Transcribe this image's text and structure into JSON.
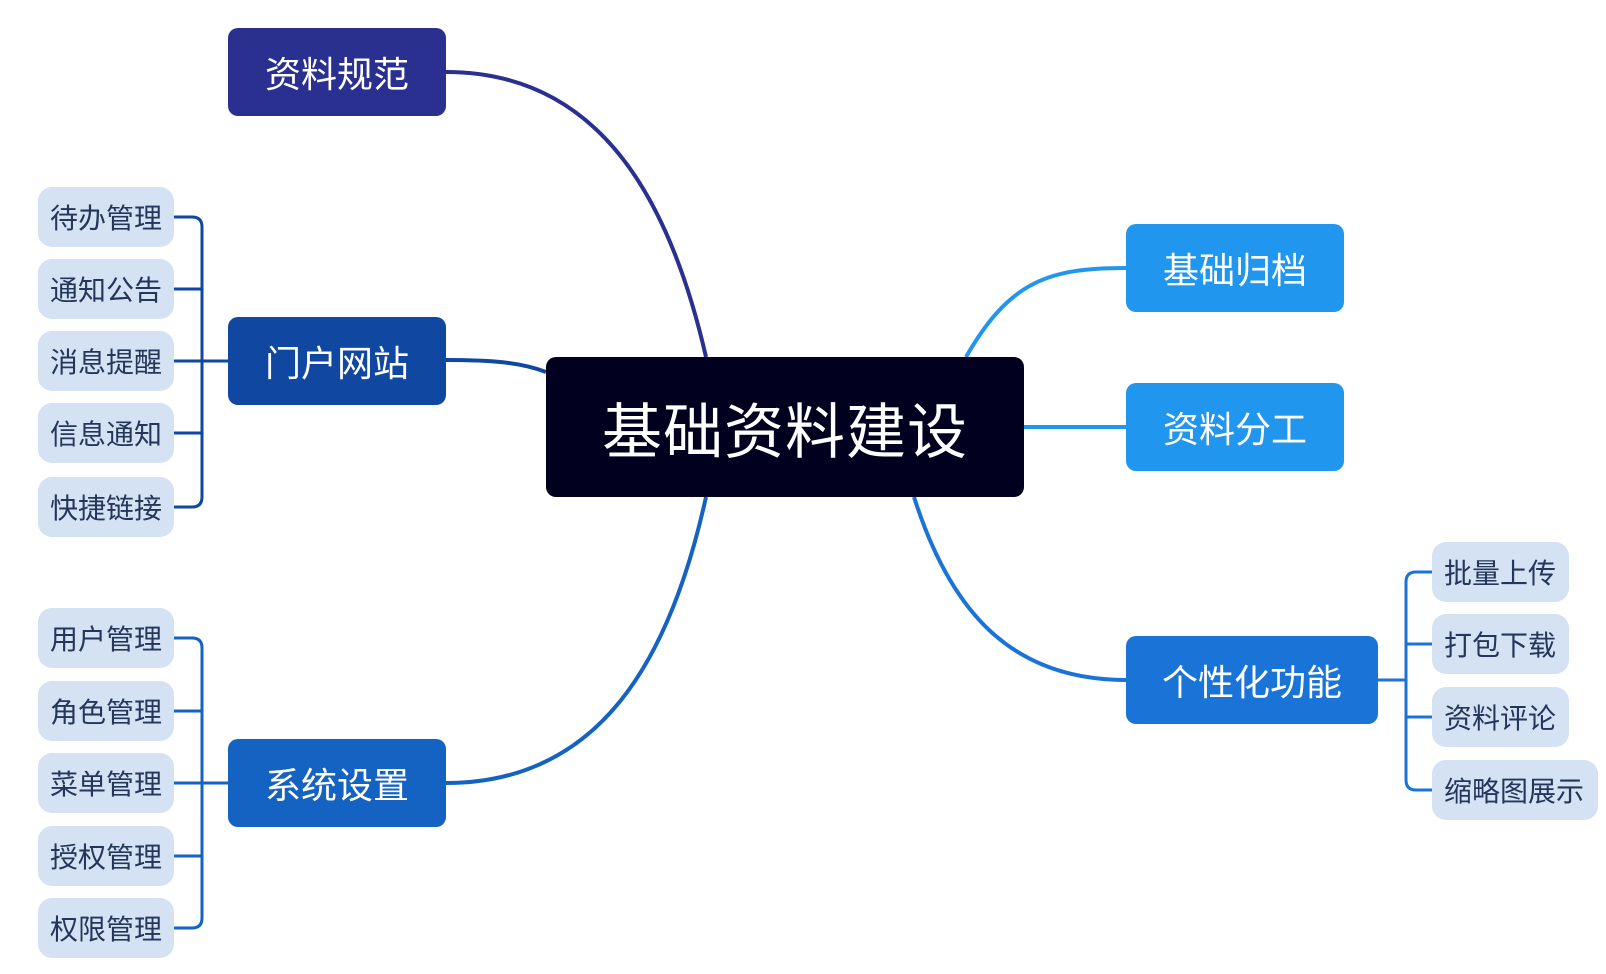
{
  "colors": {
    "background": "#ffffff",
    "root_bg": "#02001f",
    "leaf_bg": "#d4e2f4",
    "leaf_text": "#24365a",
    "branch_ziliao_guifan": "#29308f",
    "branch_menhu_wangzhan": "#0f47a1",
    "branch_xitong_shezhi": "#1462c1",
    "branch_jichu_guidang": "#2196ee",
    "branch_ziliao_fengong": "#2196ee",
    "branch_gexinghua_gongneng": "#1a74d8"
  },
  "mindmap": {
    "root": {
      "label": "基础资料建设"
    },
    "left_branches": [
      {
        "label": "资料规范",
        "children": []
      },
      {
        "label": "门户网站",
        "children": [
          "待办管理",
          "通知公告",
          "消息提醒",
          "信息通知",
          "快捷链接"
        ]
      },
      {
        "label": "系统设置",
        "children": [
          "用户管理",
          "角色管理",
          "菜单管理",
          "授权管理",
          "权限管理"
        ]
      }
    ],
    "right_branches": [
      {
        "label": "基础归档",
        "children": []
      },
      {
        "label": "资料分工",
        "children": []
      },
      {
        "label": "个性化功能",
        "children": [
          "批量上传",
          "打包下载",
          "资料评论",
          "缩略图展示"
        ]
      }
    ]
  }
}
